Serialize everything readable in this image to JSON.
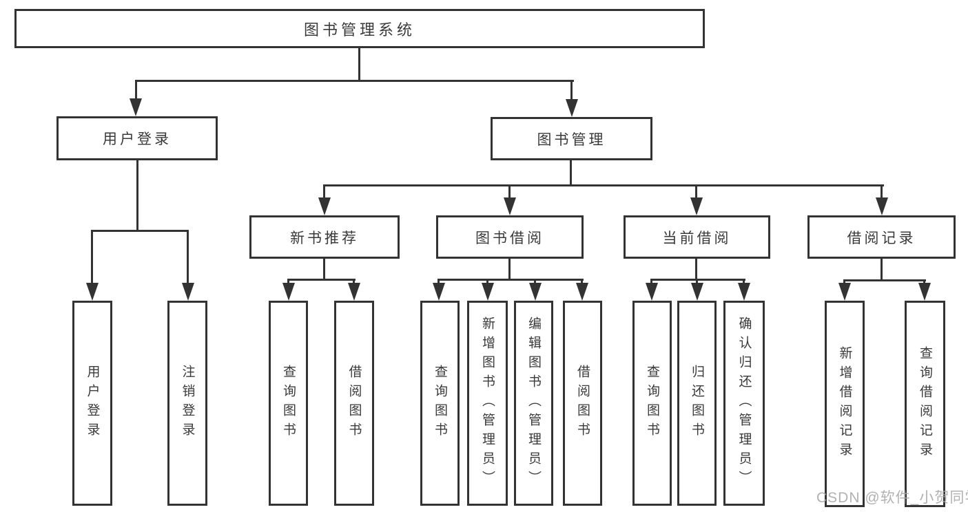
{
  "diagram": {
    "type": "hierarchy-tree",
    "title": "图书管理系统"
  },
  "nodes": {
    "root": "图书管理系统",
    "user_login": "用户登录",
    "book_mgmt": "图书管理",
    "new_book_rec": "新书推荐",
    "book_borrow": "图书借阅",
    "current_borrow": "当前借阅",
    "borrow_records": "借阅记录",
    "leaf_user_login": "用户登录",
    "leaf_logout": "注销登录",
    "rec_query_book": "查询图书",
    "rec_borrow_book": "借阅图书",
    "bb_query_book": "查询图书",
    "bb_add_book": "新增图书（管理员）",
    "bb_edit_book": "编辑图书（管理员）",
    "bb_borrow_book": "借阅图书",
    "cb_query_book": "查询图书",
    "cb_return_book": "归还图书",
    "cb_confirm_return": "确认归还（管理员）",
    "br_add_record": "新增借阅记录",
    "br_query_record": "查询借阅记录"
  },
  "watermark": "CSDN @软件_小贺同学",
  "colors": {
    "line": "#333333",
    "box_border": "#333333",
    "box_fill": "#ffffff",
    "text": "#3a3a3a",
    "watermark": "#a8a8a8",
    "background": "#ffffff"
  }
}
